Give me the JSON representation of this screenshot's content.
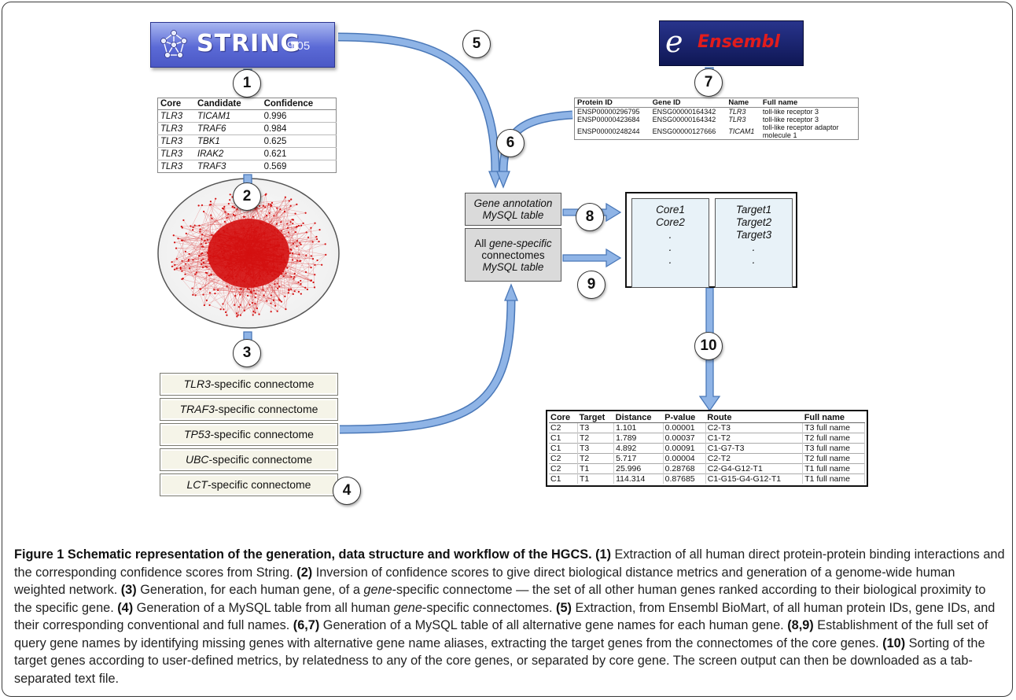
{
  "logos": {
    "string_name": "STRING",
    "string_version": "9.05",
    "ensembl_e": "e",
    "ensembl_name": "Ensembl"
  },
  "steps": [
    "1",
    "2",
    "3",
    "4",
    "5",
    "6",
    "7",
    "8",
    "9",
    "10"
  ],
  "string_table": {
    "headers": [
      "Core",
      "Candidate",
      "Confidence"
    ],
    "rows": [
      [
        "TLR3",
        "TICAM1",
        "0.996"
      ],
      [
        "TLR3",
        "TRAF6",
        "0.984"
      ],
      [
        "TLR3",
        "TBK1",
        "0.625"
      ],
      [
        "TLR3",
        "IRAK2",
        "0.621"
      ],
      [
        "TLR3",
        "TRAF3",
        "0.569"
      ]
    ]
  },
  "ensembl_table": {
    "headers": [
      "Protein ID",
      "Gene ID",
      "Name",
      "Full name"
    ],
    "rows": [
      [
        "ENSP00000296795",
        "ENSG00000164342",
        "TLR3",
        "toll-like receptor 3"
      ],
      [
        "ENSP00000423684",
        "ENSG00000164342",
        "TLR3",
        "toll-like receptor 3"
      ],
      [
        "ENSP00000248244",
        "ENSG00000127666",
        "TICAM1",
        "toll-like receptor adaptor molecule 1"
      ]
    ]
  },
  "connectomes": [
    {
      "gene": "TLR3",
      "suffix": "-specific connectome"
    },
    {
      "gene": "TRAF3",
      "suffix": "-specific connectome"
    },
    {
      "gene": "TP53",
      "suffix": "-specific connectome"
    },
    {
      "gene": "UBC",
      "suffix": "-specific connectome"
    },
    {
      "gene": "LCT",
      "suffix": "-specific connectome"
    }
  ],
  "mysql": {
    "annotation_line1": "Gene annotation",
    "annotation_line2": "MySQL table",
    "connectomes_line1_a": "All ",
    "connectomes_line1_b": "gene-specific",
    "connectomes_line2": "connectomes",
    "connectomes_line3": "MySQL table"
  },
  "output": {
    "core": [
      "Core1",
      "Core2",
      ".",
      ".",
      "."
    ],
    "target": [
      "Target1",
      "Target2",
      "Target3",
      ".",
      "."
    ]
  },
  "results_table": {
    "headers": [
      "Core",
      "Target",
      "Distance",
      "P-value",
      "Route",
      "Full name"
    ],
    "rows": [
      [
        "C2",
        "T3",
        "1.101",
        "0.00001",
        "C2-T3",
        "T3 full name"
      ],
      [
        "C1",
        "T2",
        "1.789",
        "0.00037",
        "C1-T2",
        "T2 full name"
      ],
      [
        "C1",
        "T3",
        "4.892",
        "0.00091",
        "C1-G7-T3",
        "T3 full name"
      ],
      [
        "C2",
        "T2",
        "5.717",
        "0.00004",
        "C2-T2",
        "T2 full name"
      ],
      [
        "C2",
        "T1",
        "25.996",
        "0.28768",
        "C2-G4-G12-T1",
        "T1 full name"
      ],
      [
        "C1",
        "T1",
        "114.314",
        "0.87685",
        "C1-G15-G4-G12-T1",
        "T1 full name"
      ]
    ]
  },
  "caption": {
    "title": "Figure 1 Schematic representation of the generation, data structure and workflow of the HGCS.",
    "s1_label": "(1)",
    "s1_text": " Extraction of all human direct protein-protein binding interactions and the corresponding confidence scores from String. ",
    "s2_label": "(2)",
    "s2_text": " Inversion of confidence scores to give direct biological distance metrics and generation of a genome-wide human weighted network. ",
    "s3_label": "(3)",
    "s3_text_a": " Generation, for each human gene, of a ",
    "s3_italic": "gene",
    "s3_text_b": "-specific connectome — the set of all other human genes ranked according to their biological proximity to the specific gene. ",
    "s4_label": "(4)",
    "s4_text_a": " Generation of a MySQL table from all human ",
    "s4_italic": "gene",
    "s4_text_b": "-specific connectomes. ",
    "s5_label": "(5)",
    "s5_text": " Extraction, from Ensembl BioMart, of all human protein IDs, gene IDs, and their corresponding conventional and full names. ",
    "s67_label": "(6,7)",
    "s67_text": " Generation of a MySQL table of all alternative gene names for each human gene. ",
    "s89_label": "(8,9)",
    "s89_text": " Establishment of the full set of query gene names by identifying missing genes with alternative gene name aliases, extracting the target genes from the connectomes of the core genes. ",
    "s10_label": "(10)",
    "s10_text": " Sorting of the target genes according to user-defined metrics, by relatedness to any of the core genes, or separated by core gene. The screen output can then be downloaded as a tab-separated text file."
  },
  "colors": {
    "arrow_fill": "#8fb4e6",
    "arrow_stroke": "#4a78b8",
    "network_red": "#d41010",
    "mysql_gray": "#dadada",
    "output_blue": "#e8f2f8",
    "connectome_bg": "#f5f4e8"
  }
}
